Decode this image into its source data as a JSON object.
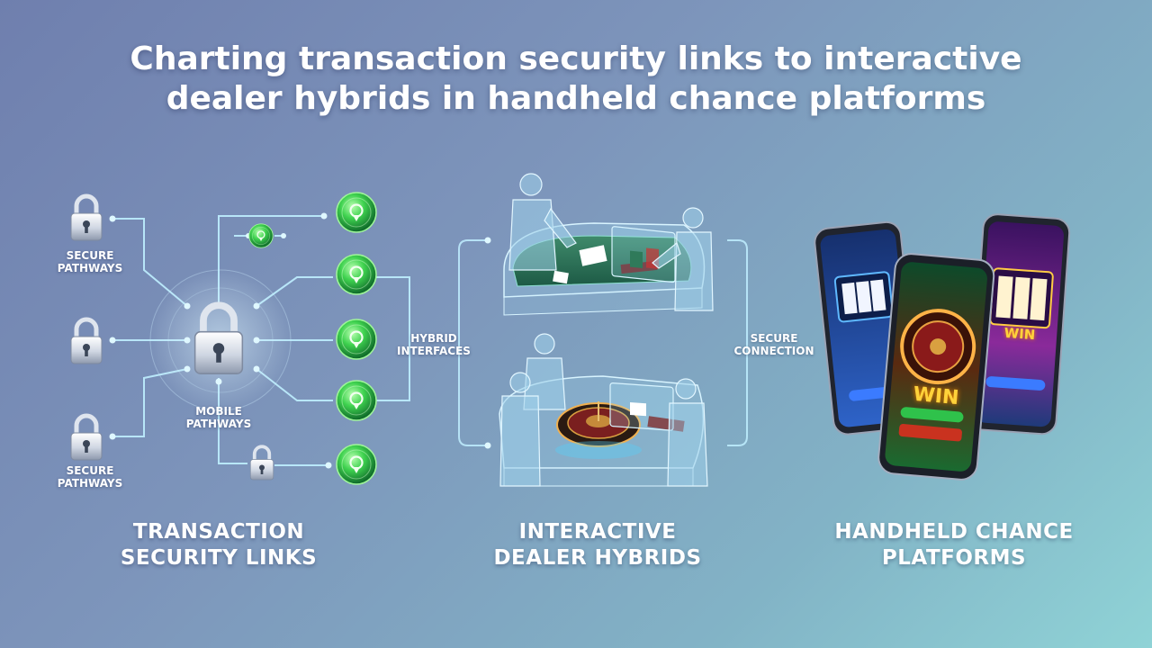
{
  "title": {
    "line1": "Charting transaction security links to interactive",
    "line2": "dealer hybrids in handheld chance platforms"
  },
  "sections": {
    "security": {
      "line1": "TRANSACTION",
      "line2": "SECURITY LINKS"
    },
    "dealer": {
      "line1": "INTERACTIVE",
      "line2": "DEALER HYBRIDS"
    },
    "handheld": {
      "line1": "HANDHELD CHANCE",
      "line2": "PLATFORMS"
    }
  },
  "labels": {
    "secure_top": {
      "line1": "SECURE",
      "line2": "PATHWAYS"
    },
    "secure_bottom": {
      "line1": "SECURE",
      "line2": "PATHWAYS"
    },
    "mobile": {
      "line1": "MOBILE",
      "line2": "PATHWAYS"
    },
    "hybrid": {
      "line1": "HYBRID",
      "line2": "INTERFACES"
    },
    "connection": {
      "line1": "SECURE",
      "line2": "CONNECTION"
    }
  },
  "phones": {
    "left_win": "",
    "center_win": "WIN",
    "right_win": "WIN"
  },
  "colors": {
    "accent_line": "#bfefff",
    "node_green": "#39d353",
    "lock_silver": "#e6ebf2"
  },
  "icons": [
    "padlock-icon",
    "green-node-icon",
    "smartphone-icon",
    "dealer-figure-icon",
    "card-table-icon",
    "roulette-wheel-icon"
  ]
}
